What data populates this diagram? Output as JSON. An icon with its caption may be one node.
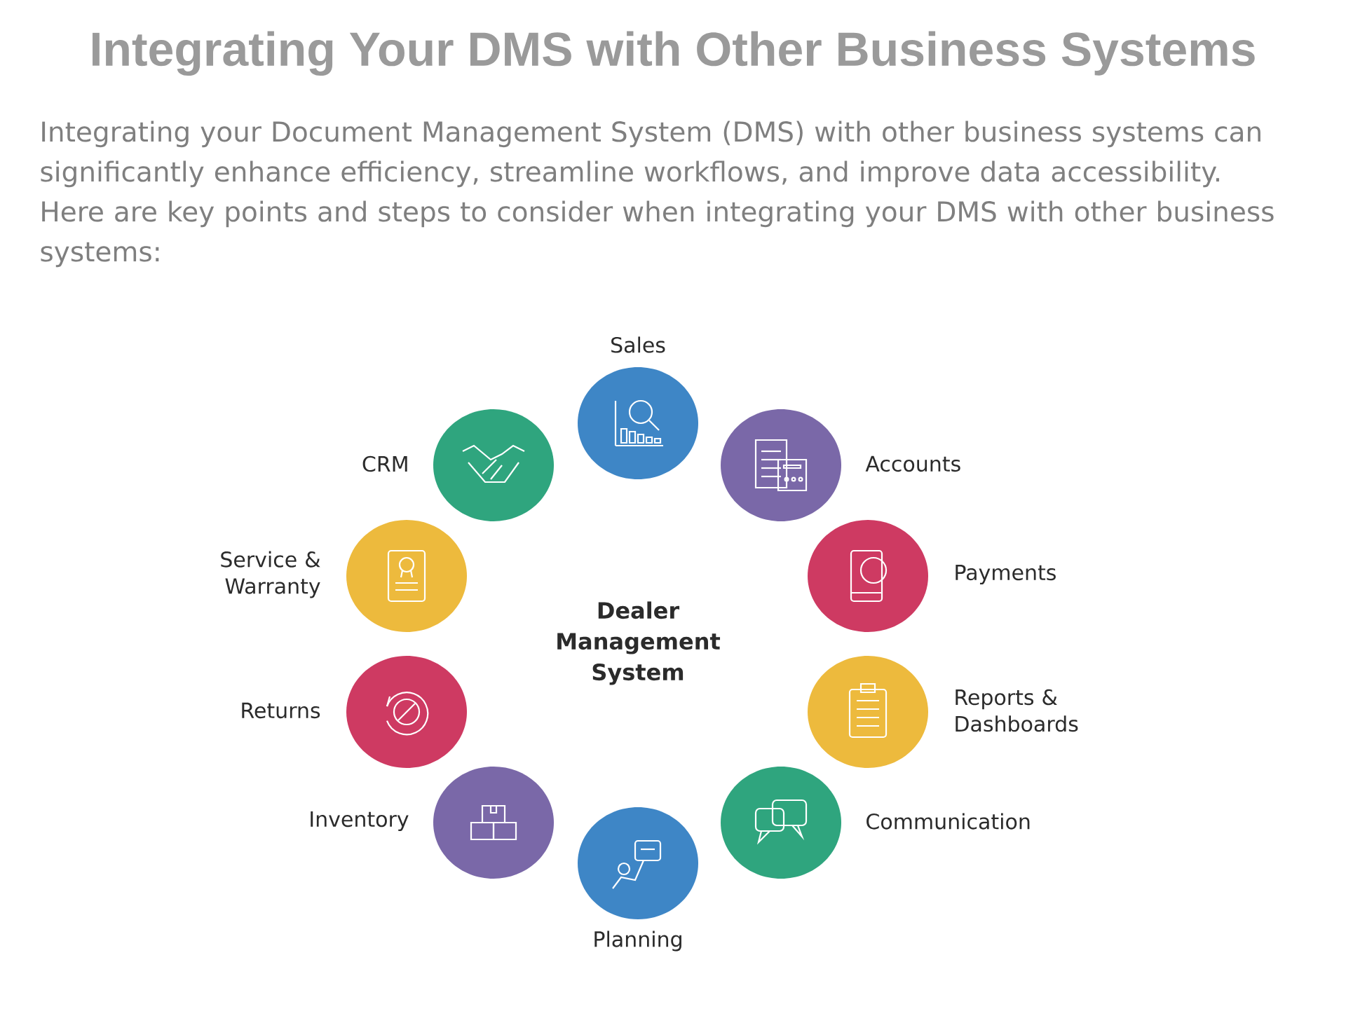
{
  "diagram": {
    "title": "Integrating Your DMS with Other Business Systems",
    "caption": "Integrating your Document Management System (DMS) with other business systems can significantly enhance efficiency, streamline workflows, and improve data accessibility. Here are key points and steps to consider when integrating your DMS with other business systems:",
    "nodes": [
      {
        "text": [],
        "shape": "circle",
        "beside": [
          "Sales"
        ]
      },
      {
        "text": [],
        "shape": "circle",
        "beside": [
          "Accounts"
        ]
      },
      {
        "text": [],
        "shape": "circle",
        "beside": [
          "Payments"
        ]
      },
      {
        "text": [],
        "shape": "circle",
        "beside": [
          "Reports & Dashboards"
        ]
      },
      {
        "text": [],
        "shape": "circle",
        "beside": [
          "Communication"
        ]
      },
      {
        "text": [],
        "shape": "circle",
        "beside": [
          "Planning"
        ]
      },
      {
        "text": [],
        "shape": "circle",
        "beside": [
          "Inventory"
        ]
      },
      {
        "text": [],
        "shape": "circle",
        "beside": [
          "Returns"
        ]
      },
      {
        "text": [],
        "shape": "circle",
        "beside": [
          "Service & Warranty"
        ]
      },
      {
        "text": [],
        "shape": "circle",
        "beside": [
          "CRM"
        ]
      }
    ],
    "labels": [
      "Dealer Management System"
    ]
  }
}
